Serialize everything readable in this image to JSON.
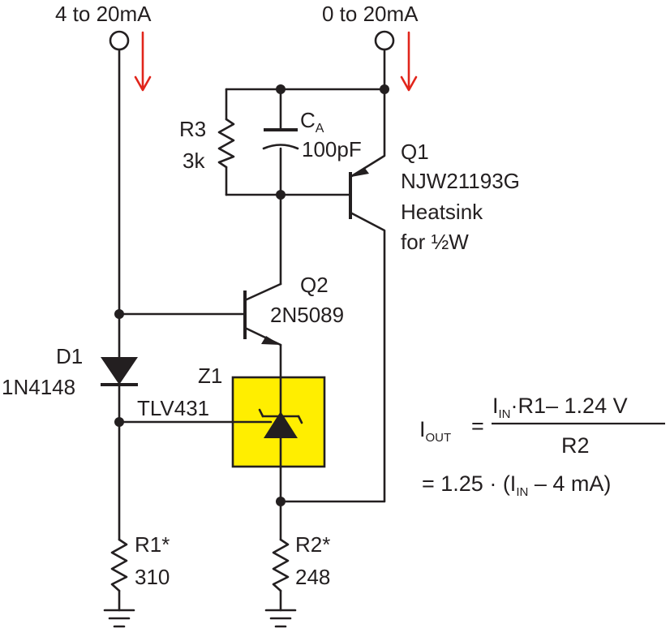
{
  "terminals": {
    "input_label": "4 to 20mA",
    "output_label": "0 to 20mA"
  },
  "components": {
    "r3": {
      "ref": "R3",
      "value": "3k"
    },
    "ca": {
      "ref": "C",
      "ref_sub": "A",
      "value": "100pF"
    },
    "q1": {
      "ref": "Q1",
      "part": "NJW21193G",
      "note1": "Heatsink",
      "note2": "for ½W"
    },
    "q2": {
      "ref": "Q2",
      "part": "2N5089"
    },
    "d1": {
      "ref": "D1",
      "part": "1N4148"
    },
    "z1": {
      "ref": "Z1",
      "part": "TLV431"
    },
    "r1": {
      "ref": "R1*",
      "value": "310"
    },
    "r2": {
      "ref": "R2*",
      "value": "248"
    }
  },
  "equation": {
    "lhs": "I",
    "lhs_sub": "OUT",
    "equals": "=",
    "num_i": "I",
    "num_sub": "IN",
    "num_rest": "·R1– 1.24 V",
    "denominator": "R2",
    "line2_prefix": "= 1.25 · (I",
    "line2_sub": "IN",
    "line2_rest": " – 4 mA)"
  },
  "colors": {
    "wire": "#231f20",
    "current_arrow": "#e1251b",
    "tlv431_fill": "#ffee00"
  }
}
